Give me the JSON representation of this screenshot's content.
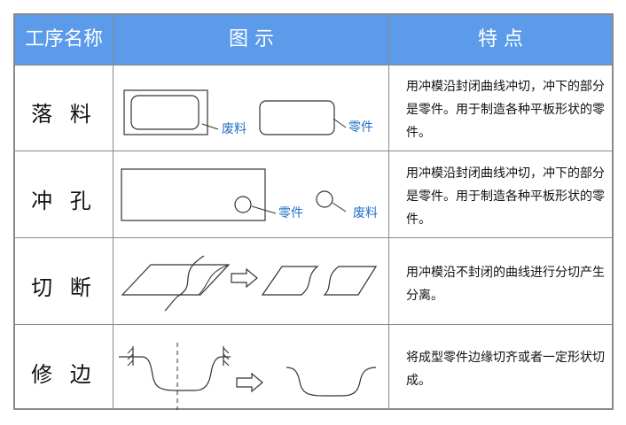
{
  "header": {
    "col1": "工序名称",
    "col2": "图 示",
    "col3": "特 点"
  },
  "rows": [
    {
      "name": "落 料",
      "figure_labels": [
        "废料",
        "零件"
      ],
      "desc": "用冲模沿封闭曲线冲切，冲下的部分是零件。用于制造各种平板形状的零件。"
    },
    {
      "name": "冲 孔",
      "figure_labels": [
        "零件",
        "废料"
      ],
      "desc": "用冲模沿封闭曲线冲切，冲下的部分是零件。用于制造各种平板形状的零件。"
    },
    {
      "name": "切 断",
      "figure_labels": [],
      "desc": "用冲模沿不封闭的曲线进行分切产生分离。"
    },
    {
      "name": "修 边",
      "figure_labels": [],
      "desc": "将成型零件边缘切齐或者一定形状切成。"
    }
  ],
  "colors": {
    "header_bg": "#5b9bea",
    "label": "#1f6fc4",
    "border": "#8a8a8a"
  }
}
